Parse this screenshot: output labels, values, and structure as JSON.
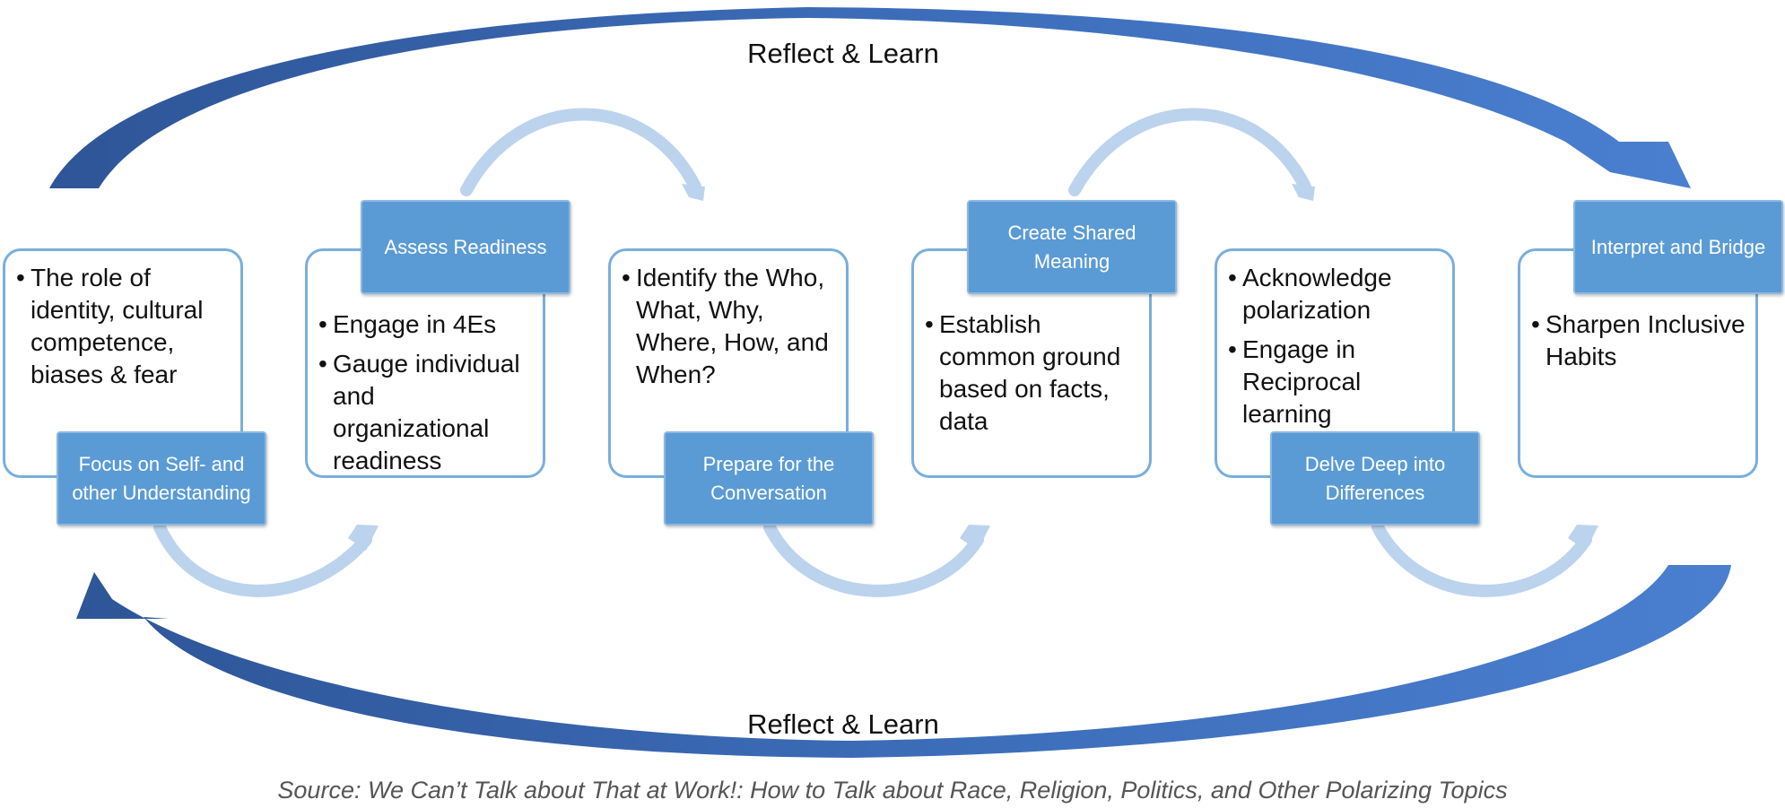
{
  "diagram": {
    "cycle_label_top": "Reflect & Learn",
    "cycle_label_bottom": "Reflect & Learn",
    "steps": [
      {
        "label": "Focus on Self- and other Understanding",
        "bullets": [
          "The role of identity, cultural competence, biases & fear"
        ]
      },
      {
        "label": "Assess Readiness",
        "bullets": [
          "Engage in 4Es",
          "Gauge individual and organizational readiness"
        ]
      },
      {
        "label": "Prepare for the Conversation",
        "bullets": [
          "Identify the Who, What, Why, Where, How, and When?"
        ]
      },
      {
        "label": "Create Shared Meaning",
        "bullets": [
          "Establish common ground based on facts, data"
        ]
      },
      {
        "label": "Delve Deep into Differences",
        "bullets": [
          "Acknowledge polarization",
          "Engage in Reciprocal learning"
        ]
      },
      {
        "label": "Interpret and Bridge",
        "bullets": [
          "Sharpen Inclusive Habits"
        ]
      }
    ],
    "source": "Source: We Can’t Talk about That at Work!: How to Talk about Race, Religion, Politics, and Other Polarizing Topics"
  },
  "colors": {
    "label_fill": "#5b9bd5",
    "box_border": "#7aaedc",
    "connector_arrow": "#bcd3ee",
    "cycle_arrow": "#2e5597"
  }
}
